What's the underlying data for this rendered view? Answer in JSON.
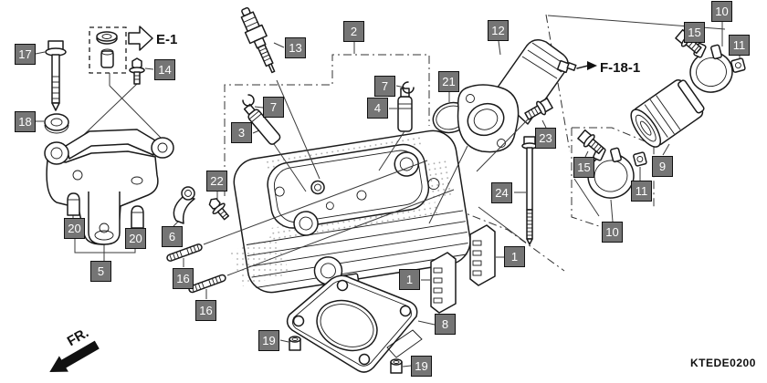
{
  "diagram": {
    "code": "KTEDE0200",
    "front_label": "FR.",
    "section_ref": "E-1",
    "figure_ref": "F-18-1"
  },
  "colors": {
    "background": "#ffffff",
    "line": "#1a1a1a",
    "label_bg": "#757575",
    "label_border": "#111111",
    "label_text": "#ffffff"
  },
  "callouts": [
    {
      "part": "17"
    },
    {
      "part": "18"
    },
    {
      "part": "14"
    },
    {
      "part": "13"
    },
    {
      "part": "2"
    },
    {
      "part": "7"
    },
    {
      "part": "3"
    },
    {
      "part": "7"
    },
    {
      "part": "4"
    },
    {
      "part": "21"
    },
    {
      "part": "12"
    },
    {
      "part": "10"
    },
    {
      "part": "15"
    },
    {
      "part": "11"
    },
    {
      "part": "23"
    },
    {
      "part": "24"
    },
    {
      "part": "15"
    },
    {
      "part": "11"
    },
    {
      "part": "10"
    },
    {
      "part": "9"
    },
    {
      "part": "22"
    },
    {
      "part": "6"
    },
    {
      "part": "20"
    },
    {
      "part": "20"
    },
    {
      "part": "5"
    },
    {
      "part": "16"
    },
    {
      "part": "16"
    },
    {
      "part": "1"
    },
    {
      "part": "1"
    },
    {
      "part": "8"
    },
    {
      "part": "19"
    },
    {
      "part": "19"
    }
  ]
}
